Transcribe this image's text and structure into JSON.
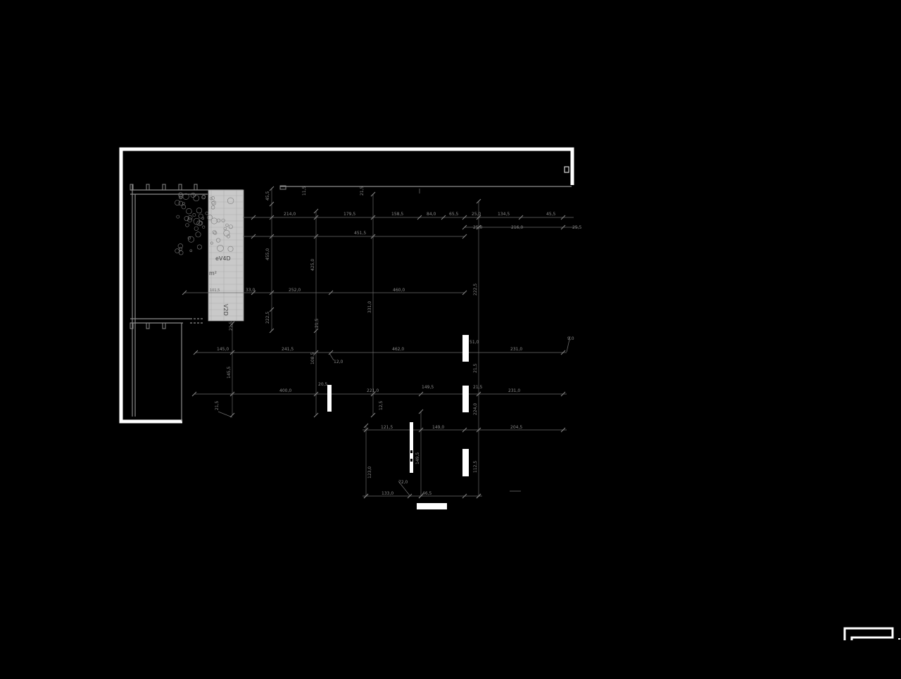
{
  "colors": {
    "background": "#000000",
    "wall": "#ffffff",
    "line": "#6a6a6a",
    "text": "#8a8a8a",
    "room_fill": "#c9c9c9"
  },
  "room_labels": {
    "label_a": "eV4D",
    "label_b": "m²",
    "label_c": "V2D",
    "label_d": "101,5"
  },
  "dims_row1": [
    "214,0",
    "179,5",
    "158,5",
    "84,0",
    "65,5",
    "25,0",
    "134,5",
    "45,5"
  ],
  "dims_row2": [
    "451,5",
    "25,0",
    "216,0",
    "25,5"
  ],
  "dims_row3": [
    "33,0",
    "252,0",
    "460,0"
  ],
  "dims_row4": [
    "145,0",
    "241,5",
    "462,0",
    "51,0",
    "231,0"
  ],
  "dims_row5": [
    "400,0",
    "20,5",
    "221,0",
    "149,5",
    "21,5",
    "231,0"
  ],
  "dims_row6": [
    "121,5",
    "149,0",
    "204,5"
  ],
  "dims_row7": [
    "133,0",
    "72,0",
    "46,5"
  ],
  "dims_vertical": [
    "455,0",
    "425,0",
    "331,0",
    "222,5",
    "108,5",
    "145,5",
    "224,0",
    "123,0",
    "149,5",
    "112,5",
    "222,5"
  ],
  "dims_small": [
    "11,5",
    "21,5",
    "21,5",
    "45,5",
    "21,5",
    "12,0",
    "21,5",
    "9,0",
    "12,5",
    "21,5"
  ]
}
